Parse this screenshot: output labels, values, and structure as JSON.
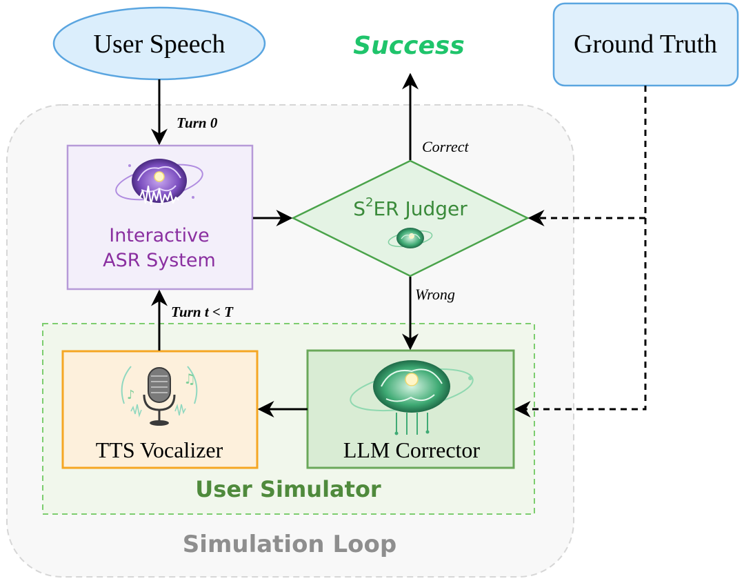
{
  "nodes": {
    "user_speech": "User Speech",
    "success": "Success",
    "ground_truth": "Ground Truth",
    "asr_line1": "Interactive",
    "asr_line2": "ASR System",
    "judger_s": "S",
    "judger_sup": "2",
    "judger_rest": "ER Judger",
    "tts": "TTS Vocalizer",
    "llm": "LLM Corrector"
  },
  "edges": {
    "turn0": "Turn 0",
    "correct": "Correct",
    "wrong": "Wrong",
    "turn_t": "Turn t < T"
  },
  "groups": {
    "user_simulator": "User Simulator",
    "simulation_loop": "Simulation Loop"
  },
  "colors": {
    "success_green": "#1fc46b",
    "asr_purple": "#8a2fa0",
    "judger_green": "#3a8a3a",
    "group_green": "#4f8a3c",
    "loop_gray": "#8e8e8e"
  }
}
